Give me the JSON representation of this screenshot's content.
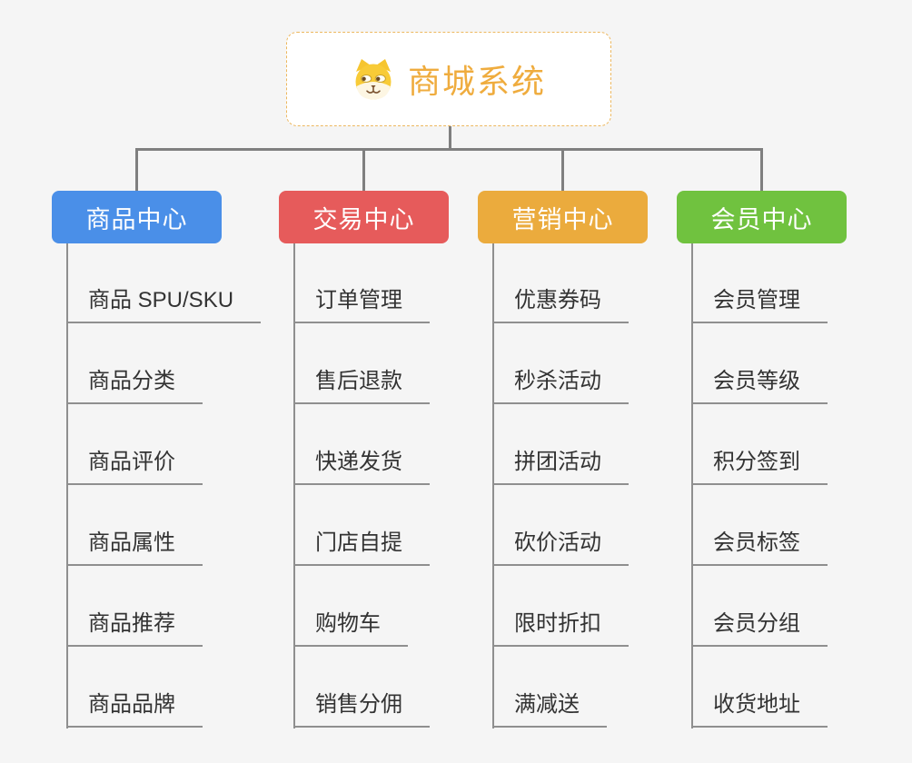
{
  "page": {
    "background": "#f5f5f5",
    "connector_color": "#7f7f7f"
  },
  "root": {
    "title": "商城系统",
    "icon": "dog-face-icon",
    "text_color": "#efac3e",
    "border_color": "#edb85f"
  },
  "branches": [
    {
      "label": "商品中心",
      "color": "#4a8fe8",
      "children": [
        "商品 SPU/SKU",
        "商品分类",
        "商品评价",
        "商品属性",
        "商品推荐",
        "商品品牌"
      ]
    },
    {
      "label": "交易中心",
      "color": "#e65b5b",
      "children": [
        "订单管理",
        "售后退款",
        "快递发货",
        "门店自提",
        "购物车",
        "销售分佣"
      ]
    },
    {
      "label": "营销中心",
      "color": "#ebab3d",
      "children": [
        "优惠券码",
        "秒杀活动",
        "拼团活动",
        "砍价活动",
        "限时折扣",
        "满减送"
      ]
    },
    {
      "label": "会员中心",
      "color": "#70c23f",
      "children": [
        "会员管理",
        "会员等级",
        "积分签到",
        "会员标签",
        "会员分组",
        "收货地址"
      ]
    }
  ]
}
